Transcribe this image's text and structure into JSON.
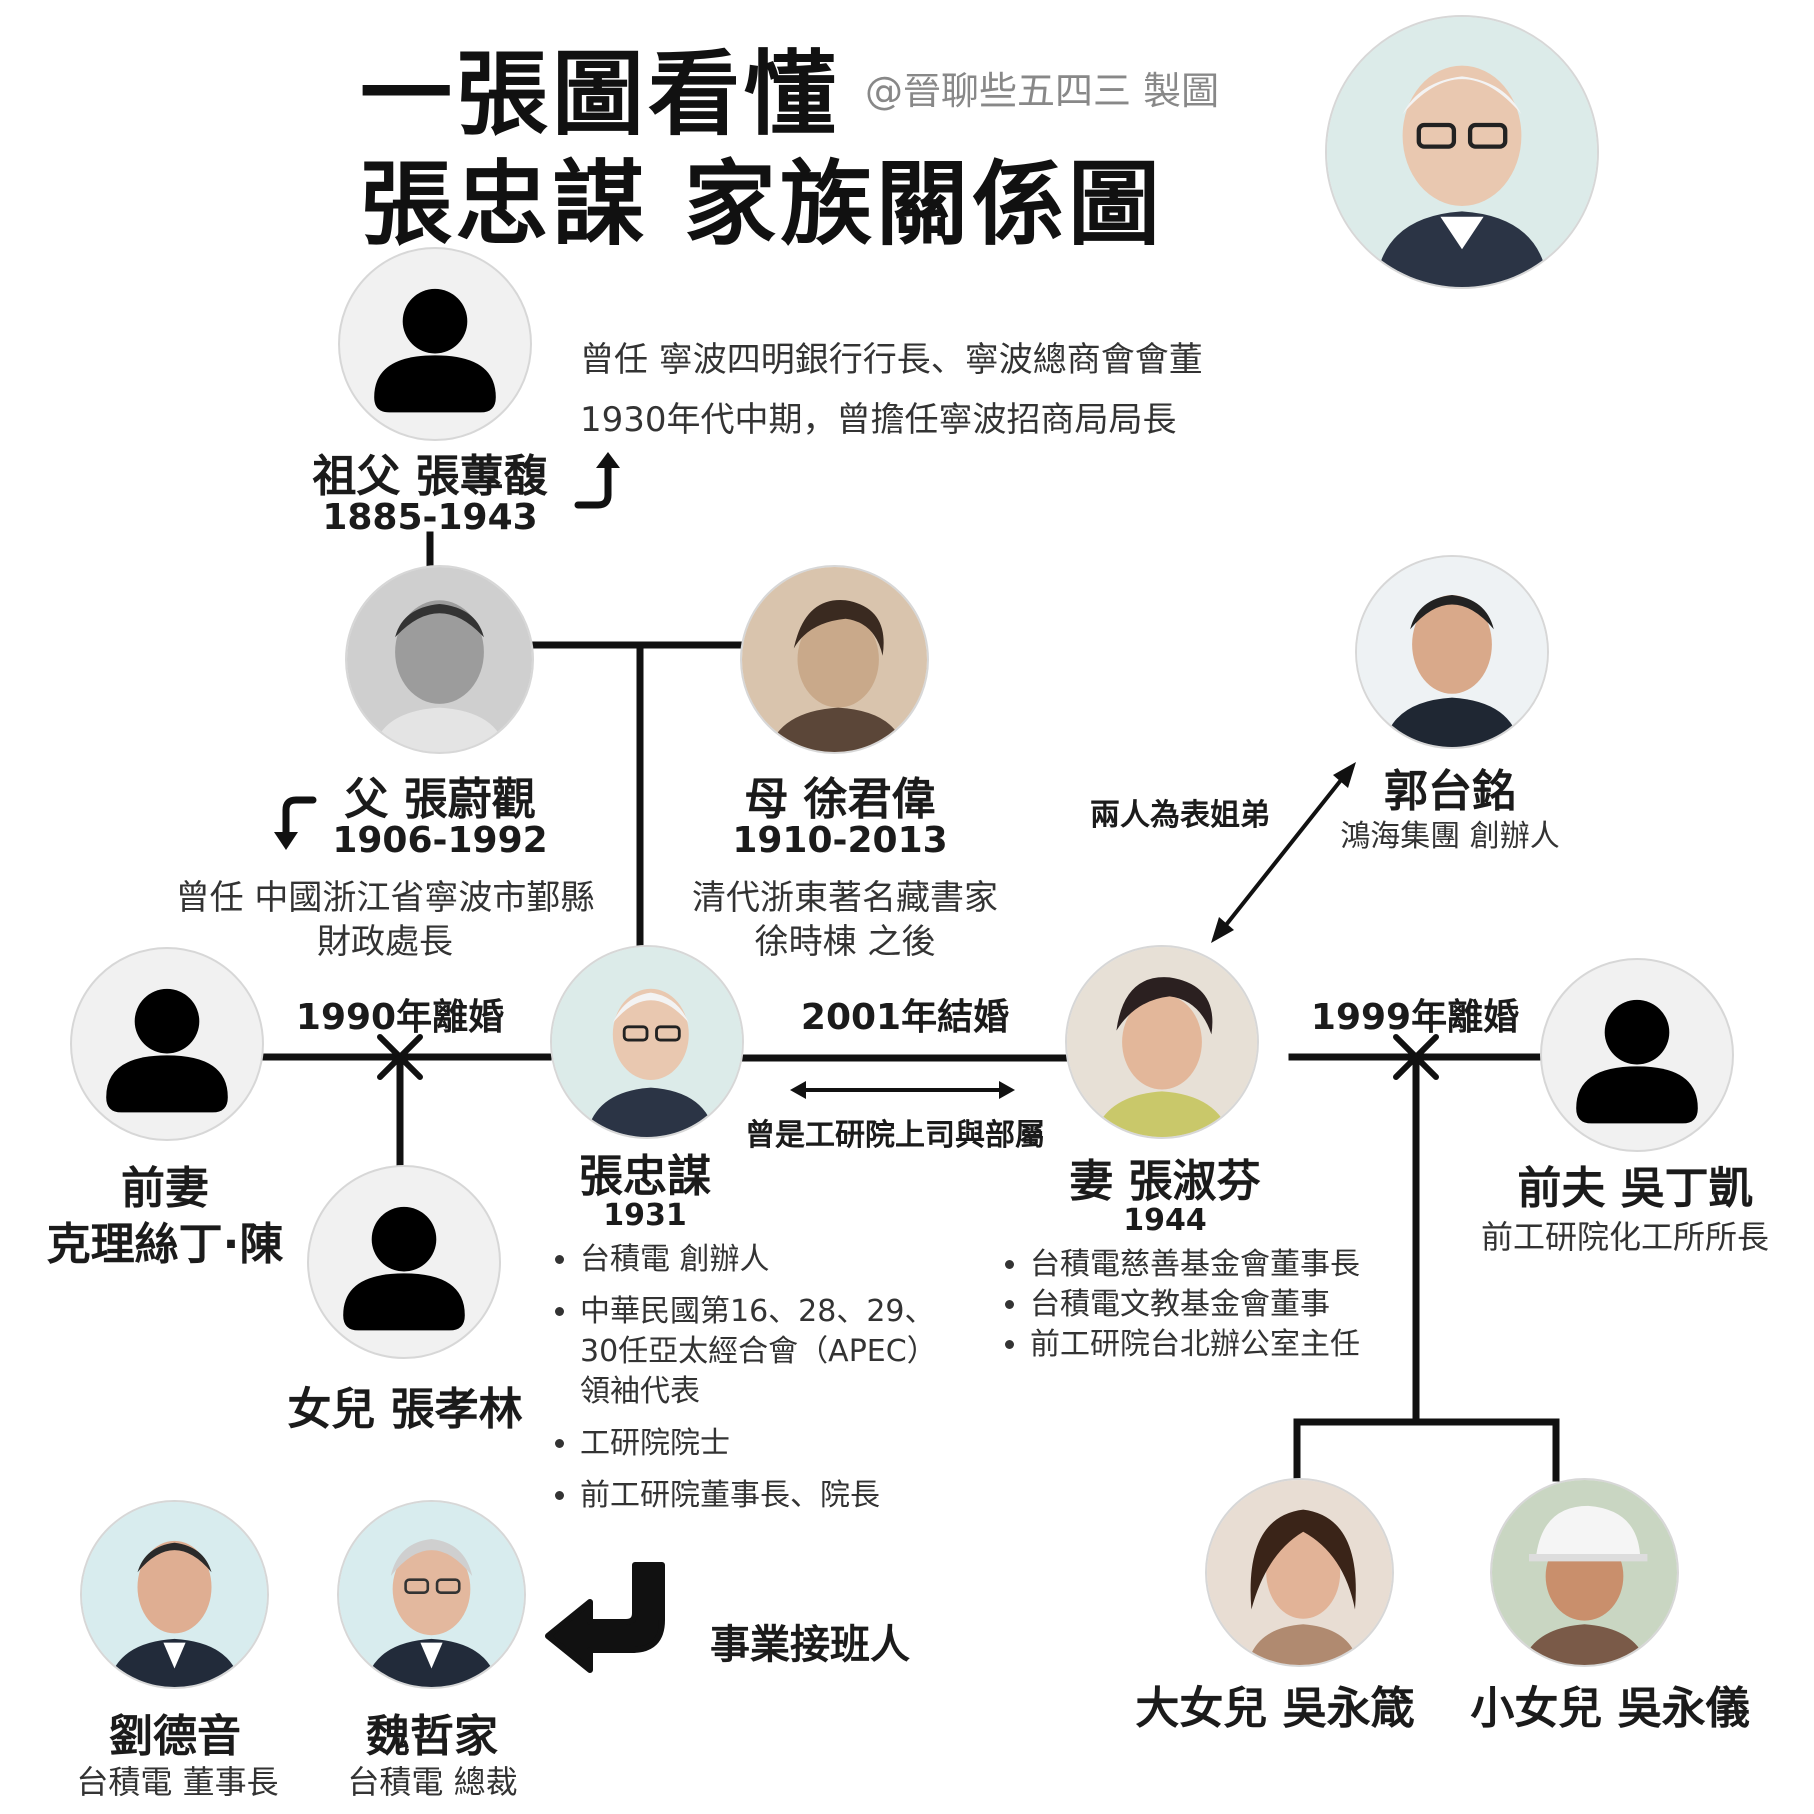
{
  "header": {
    "title_line1": "一張圖看懂",
    "title_line2": "張忠謀 家族關係圖",
    "credit": "@晉聊些五四三 製圖"
  },
  "grandfather": {
    "name": "祖父 張蓴馥",
    "years": "1885-1943",
    "notes": [
      "曾任 寧波四明銀行行長、寧波總商會會董",
      "1930年代中期，曾擔任寧波招商局局長"
    ]
  },
  "father": {
    "name": "父 張蔚觀",
    "years": "1906-1992",
    "notes": [
      "曾任 中國浙江省寧波市鄞縣",
      "財政處長"
    ]
  },
  "mother": {
    "name": "母 徐君偉",
    "years": "1910-2013",
    "notes": [
      "清代浙東著名藏書家",
      "徐時棟 之後"
    ]
  },
  "guo": {
    "name": "郭台銘",
    "role": "鴻海集團 創辦人",
    "relation": "兩人為表姐弟"
  },
  "ex_wife": {
    "name_line1": "前妻",
    "name_line2": "克理絲丁·陳",
    "relation": "1990年離婚"
  },
  "morris": {
    "name": "張忠謀",
    "year": "1931",
    "roles": [
      "台積電 創辦人",
      "中華民國第16、28、29、|30任亞太經合會（APEC）|領袖代表",
      "工研院院士",
      "前工研院董事長、院長"
    ]
  },
  "wife": {
    "name": "妻 張淑芬",
    "year": "1944",
    "relation_marriage": "2001年結婚",
    "relation_work": "曾是工研院上司與部屬",
    "roles": [
      "台積電慈善基金會董事長",
      "台積電文教基金會董事",
      "前工研院台北辦公室主任"
    ]
  },
  "ex_husband": {
    "name": "前夫 吳丁凱",
    "role": "前工研院化工所所長",
    "relation": "1999年離婚"
  },
  "daughter": {
    "name": "女兒 張孝林"
  },
  "elder_daughter": {
    "name": "大女兒 吳永箴"
  },
  "younger_daughter": {
    "name": "小女兒 吳永儀"
  },
  "successors": {
    "label": "事業接班人",
    "liu": {
      "name": "劉德音",
      "role": "台積電 董事長"
    },
    "wei": {
      "name": "魏哲家",
      "role": "台積電 總裁"
    }
  },
  "colors": {
    "line": "#111111",
    "placeholder_bg": "#f1f1f1",
    "silhouette": "#000000",
    "muted": "#888888"
  }
}
